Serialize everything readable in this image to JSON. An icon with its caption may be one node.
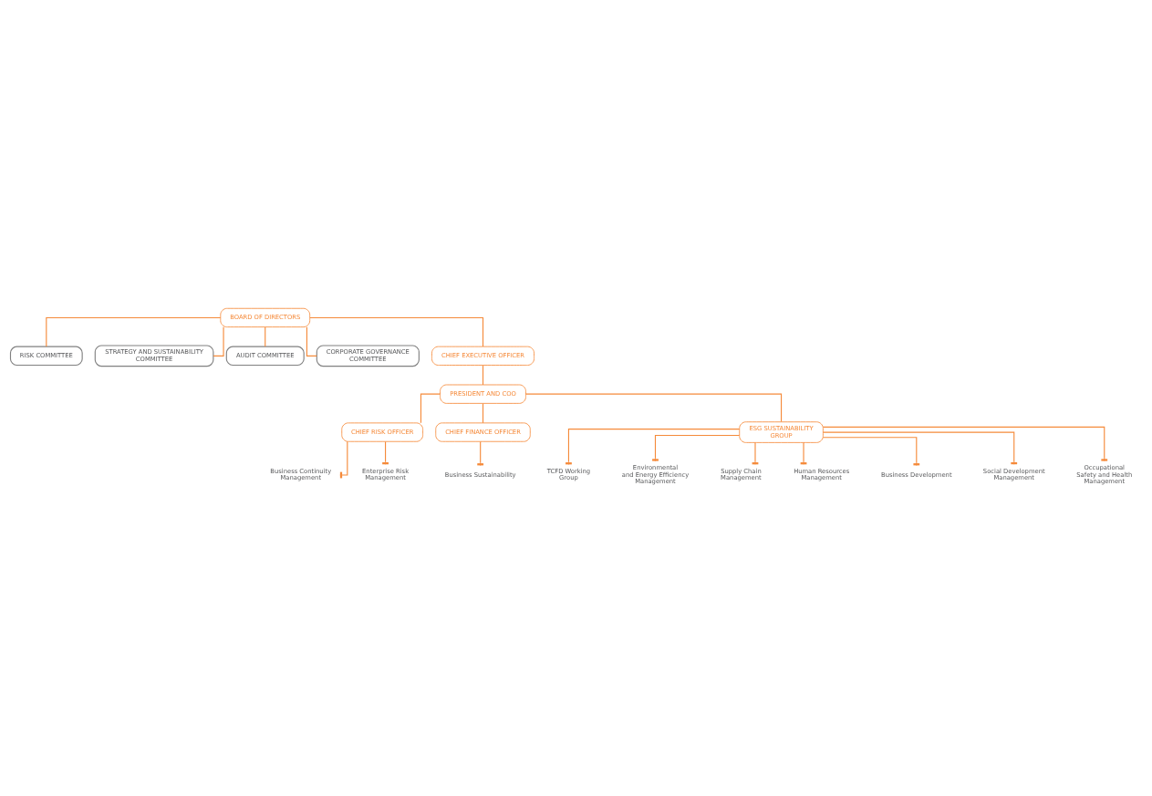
{
  "diagram": {
    "nodes": [
      {
        "text": [
          "BOARD OF DIRECTORS"
        ]
      },
      {
        "text": [
          "RISK COMMITTEE"
        ]
      },
      {
        "text": [
          "STRATEGY AND SUSTAINABILITY COMMITTEE"
        ]
      },
      {
        "text": [
          "AUDIT COMMITTEE"
        ]
      },
      {
        "text": [
          "CORPORATE GOVERNANCE COMMITTEE"
        ]
      },
      {
        "text": [
          "CHIEF EXECUTIVE OFFICER"
        ]
      },
      {
        "text": [
          "PRESIDENT AND COO"
        ]
      },
      {
        "text": [
          "CHIEF RISK OFFICER"
        ]
      },
      {
        "text": [
          "CHIEF FINANCE OFFICER"
        ]
      },
      {
        "text": [
          "ESG SUSTAINABILITY GROUP"
        ]
      },
      {
        "text": [
          "Business Continuity Management"
        ]
      },
      {
        "text": [
          "Enterprise Risk Management"
        ]
      },
      {
        "text": [
          "Business Sustainability"
        ]
      },
      {
        "text": [
          "TCFD Working Group"
        ]
      },
      {
        "text": [
          "Environmental and Energy Efficiency Management"
        ]
      },
      {
        "text": [
          "Supply Chain Management"
        ]
      },
      {
        "text": [
          "Human Resources Management"
        ]
      },
      {
        "text": [
          "Business Development"
        ]
      },
      {
        "text": [
          "Social Development Management"
        ]
      },
      {
        "text": [
          "Occupational Safety and Health Management"
        ]
      }
    ],
    "edges": [
      {
        "from": 0,
        "to": 1,
        "arrow": "none"
      },
      {
        "from": 0,
        "to": 2,
        "arrow": "none"
      },
      {
        "from": 0,
        "to": 3,
        "arrow": "none"
      },
      {
        "from": 0,
        "to": 4,
        "arrow": "none"
      },
      {
        "from": 0,
        "to": 5,
        "arrow": "none"
      },
      {
        "from": 5,
        "to": 6,
        "arrow": "none"
      },
      {
        "from": 6,
        "to": 7,
        "arrow": "none"
      },
      {
        "from": 6,
        "to": 8,
        "arrow": "none"
      },
      {
        "from": 6,
        "to": 9,
        "arrow": "none"
      },
      {
        "from": 7,
        "to": 10,
        "arrow": "other"
      },
      {
        "from": 7,
        "to": 11,
        "arrow": "other"
      },
      {
        "from": 8,
        "to": 12,
        "arrow": "other"
      },
      {
        "from": 9,
        "to": 13,
        "arrow": "other"
      },
      {
        "from": 9,
        "to": 14,
        "arrow": "other"
      },
      {
        "from": 9,
        "to": 15,
        "arrow": "other"
      },
      {
        "from": 9,
        "to": 16,
        "arrow": "other"
      },
      {
        "from": 9,
        "to": 17,
        "arrow": "other"
      },
      {
        "from": 9,
        "to": 18,
        "arrow": "other"
      },
      {
        "from": 9,
        "to": 19,
        "arrow": "other"
      }
    ]
  }
}
